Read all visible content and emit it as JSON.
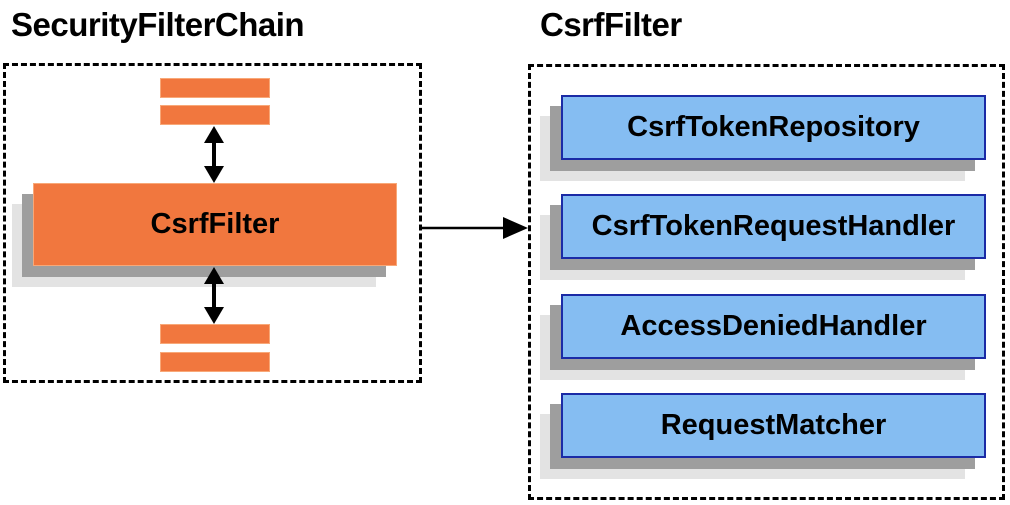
{
  "diagram": {
    "left_panel": {
      "title": "SecurityFilterChain",
      "filter_label": "CsrfFilter"
    },
    "right_panel": {
      "title": "CsrfFilter",
      "components": [
        {
          "label": "CsrfTokenRepository"
        },
        {
          "label": "CsrfTokenRequestHandler"
        },
        {
          "label": "AccessDeniedHandler"
        },
        {
          "label": "RequestMatcher"
        }
      ]
    },
    "colors": {
      "orange_fill": "#f1773e",
      "orange_border": "#f8a878",
      "blue_fill": "#85bdf2",
      "blue_border": "#1b2ba6",
      "shadow_dark": "#9e9e9e",
      "shadow_light": "#e3e3e3",
      "arrow": "#000000"
    }
  }
}
